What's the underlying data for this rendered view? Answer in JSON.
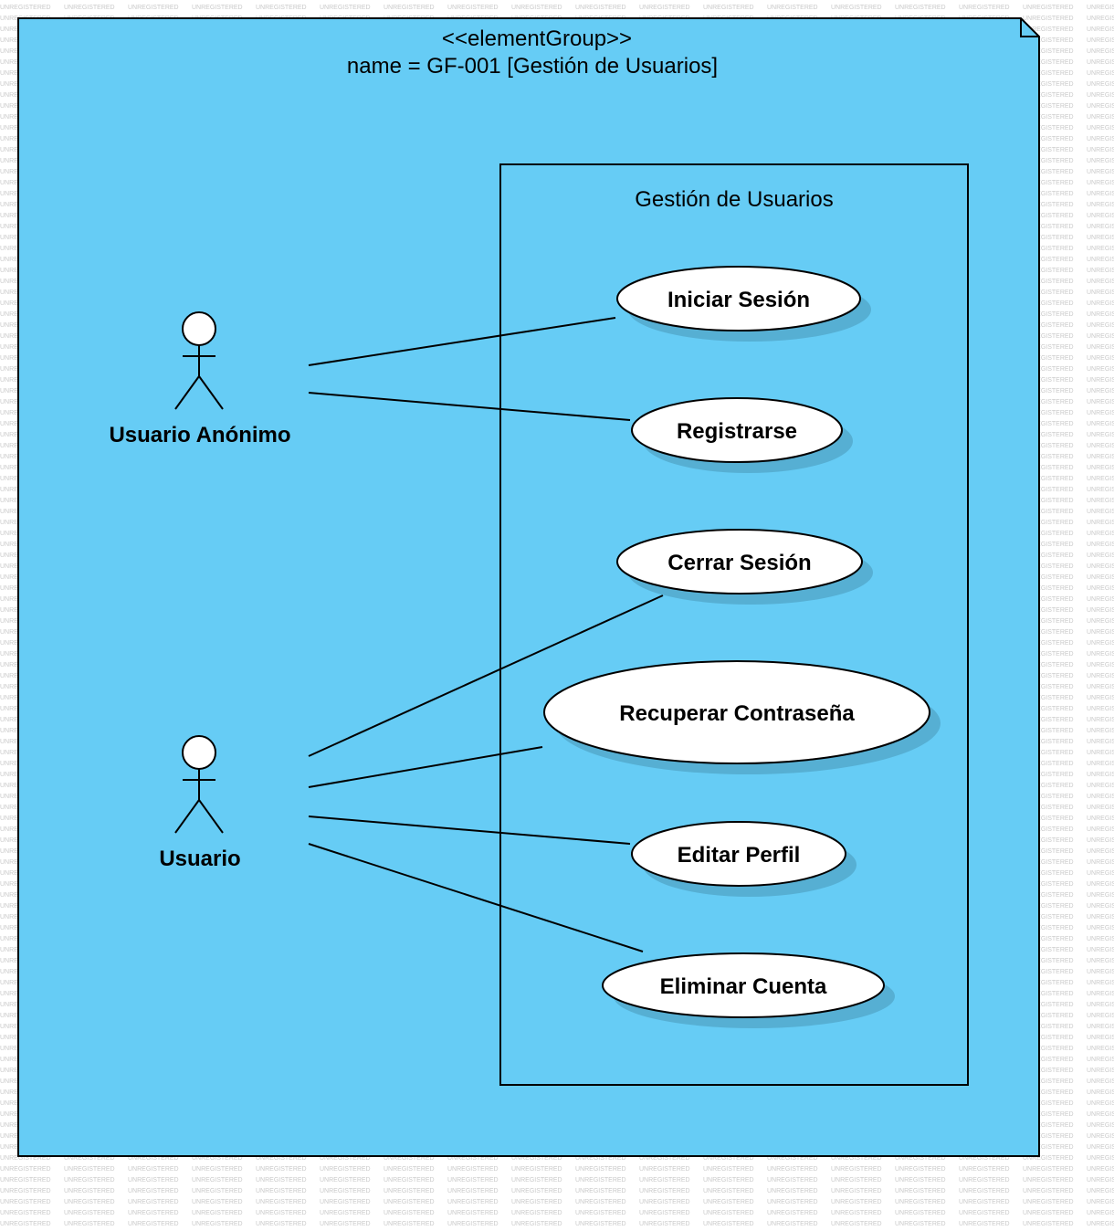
{
  "watermark": {
    "text": "UNREGISTERED"
  },
  "element_group": {
    "stereotype": "<<elementGroup>>",
    "name": "name = GF-001 [Gestión de Usuarios]",
    "fill_color": "#66ccf5"
  },
  "system": {
    "title": "Gestión de Usuarios"
  },
  "actors": [
    {
      "id": "anon",
      "label": "Usuario Anónimo"
    },
    {
      "id": "user",
      "label": "Usuario"
    }
  ],
  "use_cases": [
    {
      "id": "login",
      "label": "Iniciar Sesión"
    },
    {
      "id": "register",
      "label": "Registrarse"
    },
    {
      "id": "logout",
      "label": "Cerrar Sesión"
    },
    {
      "id": "recover",
      "label": "Recuperar Contraseña"
    },
    {
      "id": "edit",
      "label": "Editar Perfil"
    },
    {
      "id": "delete",
      "label": "Eliminar Cuenta"
    }
  ],
  "associations": [
    {
      "from": "anon",
      "to": "login"
    },
    {
      "from": "anon",
      "to": "register"
    },
    {
      "from": "user",
      "to": "logout"
    },
    {
      "from": "user",
      "to": "recover"
    },
    {
      "from": "user",
      "to": "edit"
    },
    {
      "from": "user",
      "to": "delete"
    }
  ],
  "colors": {
    "group_fill": "#66ccf5",
    "use_case_fill": "#ffffff",
    "use_case_shadow": "#56afd3",
    "stroke": "#000000",
    "watermark": "#c9c9c9"
  }
}
